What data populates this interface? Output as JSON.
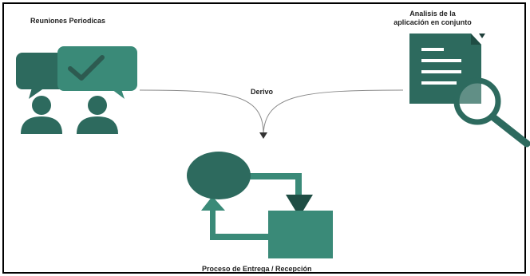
{
  "labels": {
    "meetings": "Reuniones Periodicas",
    "analysis_line1": "Analisis de la",
    "analysis_line2": "aplicación en conjunto",
    "derivo": "Derivo",
    "process": "Proceso de Entrega / Recepción"
  },
  "colors": {
    "dark_teal": "#2d6a5e",
    "mid_teal": "#3a8a78",
    "light_teal": "#4a9a86",
    "connector": "#8a8a8a",
    "check": "#2d5a50"
  },
  "icons": [
    "chat-bubbles-icon",
    "checkmark-icon",
    "person-icon",
    "document-icon",
    "magnifier-icon",
    "cycle-circle-icon",
    "cycle-square-icon",
    "cycle-arrow-icon"
  ]
}
